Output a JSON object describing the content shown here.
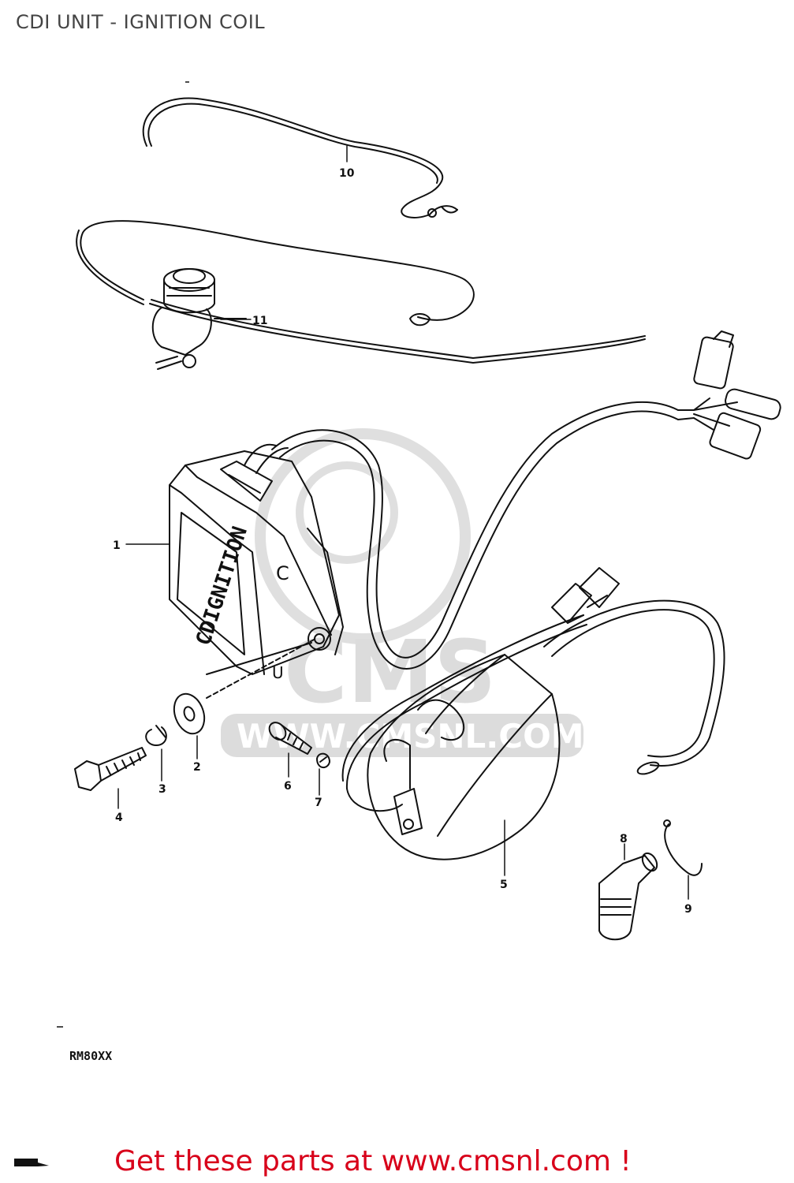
{
  "header": {
    "title": "CDI UNIT - IGNITION COIL"
  },
  "diagram": {
    "model_code": "RM80XX",
    "callouts": {
      "c1": "1",
      "c2": "2",
      "c3": "3",
      "c4": "4",
      "c5": "5",
      "c6": "6",
      "c7": "7",
      "c8": "8",
      "c9": "9",
      "c10": "10",
      "c11": "11"
    },
    "cdi_label": "CDIGNITION",
    "cdi_letter_c": "C",
    "cdi_letter_u": "U",
    "watermark": {
      "brand": "CMS",
      "url": "WWW.CMSNL.COM"
    }
  },
  "footer": {
    "promo": "Get these parts at www.cmsnl.com !"
  },
  "colors": {
    "promo_text": "#d8001a",
    "line": "#111111",
    "watermark": "#d6d6d6"
  }
}
